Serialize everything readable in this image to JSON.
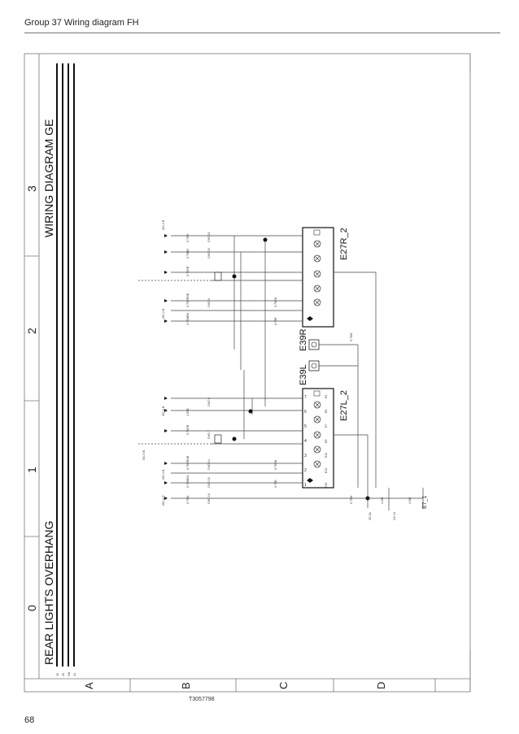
{
  "header": {
    "title": "Group 37 Wiring diagram FH"
  },
  "page_number": "68",
  "diagram": {
    "title_left": "REAR LIGHTS OVERHANG",
    "title_right": "WIRING DIAGRAM GE",
    "column_labels": [
      "0",
      "1",
      "2",
      "3"
    ],
    "row_labels": [
      "A",
      "B",
      "C",
      "D"
    ],
    "bus_labels": [
      "30",
      "15",
      "GN",
      "31"
    ],
    "drawing_number": "T3057798",
    "components": {
      "e27l": "E27L_2",
      "e27r": "E27R_2",
      "e39l": "E39L",
      "e39r": "E39R"
    },
    "lamp_labels": [
      "E15",
      "E13",
      "E11",
      "E9",
      "E7",
      "E5",
      "E3"
    ],
    "pin_labels": [
      "1",
      "2",
      "3",
      "4",
      "5",
      "6",
      "7"
    ],
    "bottom_refs": [
      "X5.1A",
      "CH 24",
      "E7_1"
    ],
    "wire_labels_left": [
      "0.75W",
      "0.75W",
      "0.75WBU",
      "0.75GRSB",
      "0.75R",
      "0.75GN",
      "0.75GR",
      "1.5SB"
    ],
    "wire_labels_right": [
      "0.75W",
      "0.75W",
      "0.75WBU",
      "0.75GRSB",
      "0.75R",
      "0.75GN",
      "0.75GR",
      "0.75BR"
    ],
    "connector_labels": [
      "CHD 11",
      "CHD 10",
      "CHD 9",
      "CHD 8",
      "CHD 7",
      "CHD 14",
      "CHD 15",
      "CHD 16"
    ],
    "ecu_refs": [
      "ISC:2 B",
      "ISC:1 B",
      "ISC:2 B",
      "ISC:1 B",
      "ISC:0 B",
      "ISC:2 D"
    ],
    "bottom_small_labels": [
      "4.0W",
      "4.0W"
    ]
  }
}
